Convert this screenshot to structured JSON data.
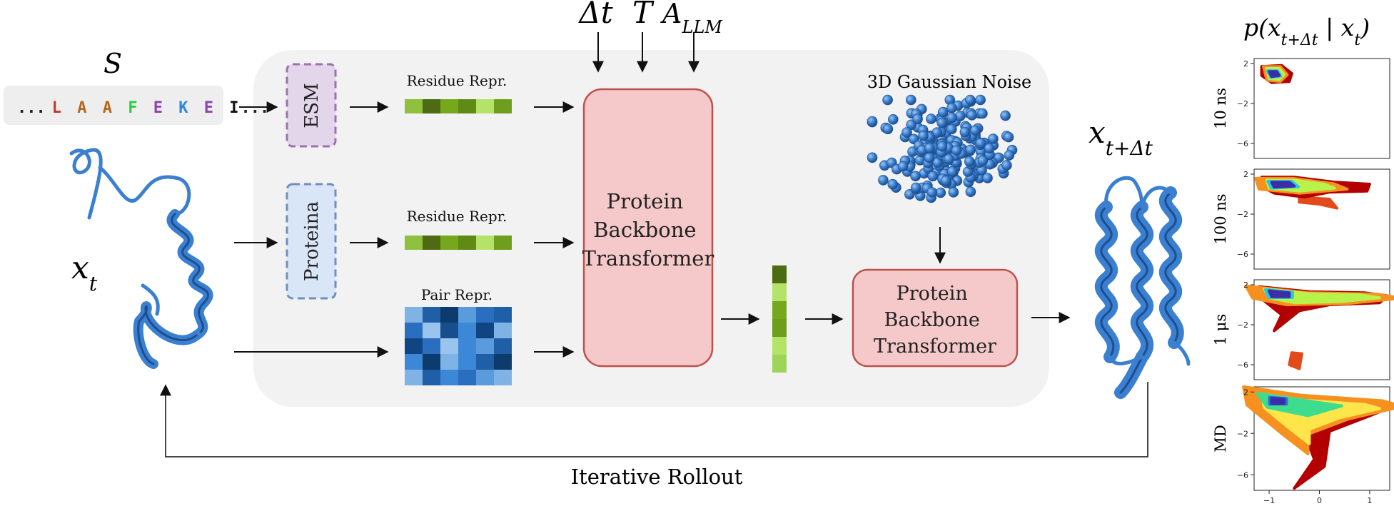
{
  "inputs": {
    "sequence_symbol": "S",
    "sequence": [
      {
        "ch": "...",
        "color": "#222222"
      },
      {
        "ch": "L",
        "color": "#c0392b"
      },
      {
        "ch": "A",
        "color": "#b5651d"
      },
      {
        "ch": "A",
        "color": "#b5651d"
      },
      {
        "ch": "F",
        "color": "#2ecc40"
      },
      {
        "ch": "E",
        "color": "#8e44ad"
      },
      {
        "ch": "K",
        "color": "#2e86de"
      },
      {
        "ch": "E",
        "color": "#8e44ad"
      },
      {
        "ch": "I",
        "color": "#111111"
      },
      {
        "ch": "...",
        "color": "#222222"
      }
    ],
    "structure_symbol": "x",
    "structure_subscript": "t"
  },
  "conditions": {
    "delta_t": "Δt",
    "temperature": "T",
    "allm_base": "A",
    "allm_sub": "LLM"
  },
  "encoders": {
    "esm": "ESM",
    "proteina": "Proteina"
  },
  "representations": {
    "residue_1": "Residue Repr.",
    "residue_2": "Residue Repr.",
    "pair": "Pair Repr."
  },
  "transformers": {
    "main": [
      "Protein",
      "Backbone",
      "Transformer"
    ],
    "decoder": [
      "Protein",
      "Backbone",
      "Transformer"
    ]
  },
  "noise_label": "3D Gaussian Noise",
  "output": {
    "symbol": "x",
    "subscript": "t+Δt"
  },
  "loop_label": "Iterative Rollout",
  "distribution": {
    "title_p": "p",
    "title_arg": "x",
    "title_sub": "t+Δt",
    "title_mid": " | ",
    "title_cond_sub": "t",
    "panels": [
      {
        "label": "10 ns"
      },
      {
        "label": "100 ns"
      },
      {
        "label": "1 μs"
      },
      {
        "label": "MD"
      }
    ],
    "y_ticks": [
      "2",
      "−2",
      "−6"
    ],
    "x_ticks": [
      "−1",
      "0",
      "1"
    ]
  },
  "colors": {
    "panel_bg": "#f2f2f2",
    "esm_fill": "#e4d6ea",
    "esm_stroke": "#9b72b0",
    "proteina_fill": "#d9e6f7",
    "proteina_stroke": "#6e90bf",
    "transformer_fill": "#f5c9c9",
    "transformer_stroke": "#c0504d",
    "protein_blue": "#3a7fd0"
  }
}
